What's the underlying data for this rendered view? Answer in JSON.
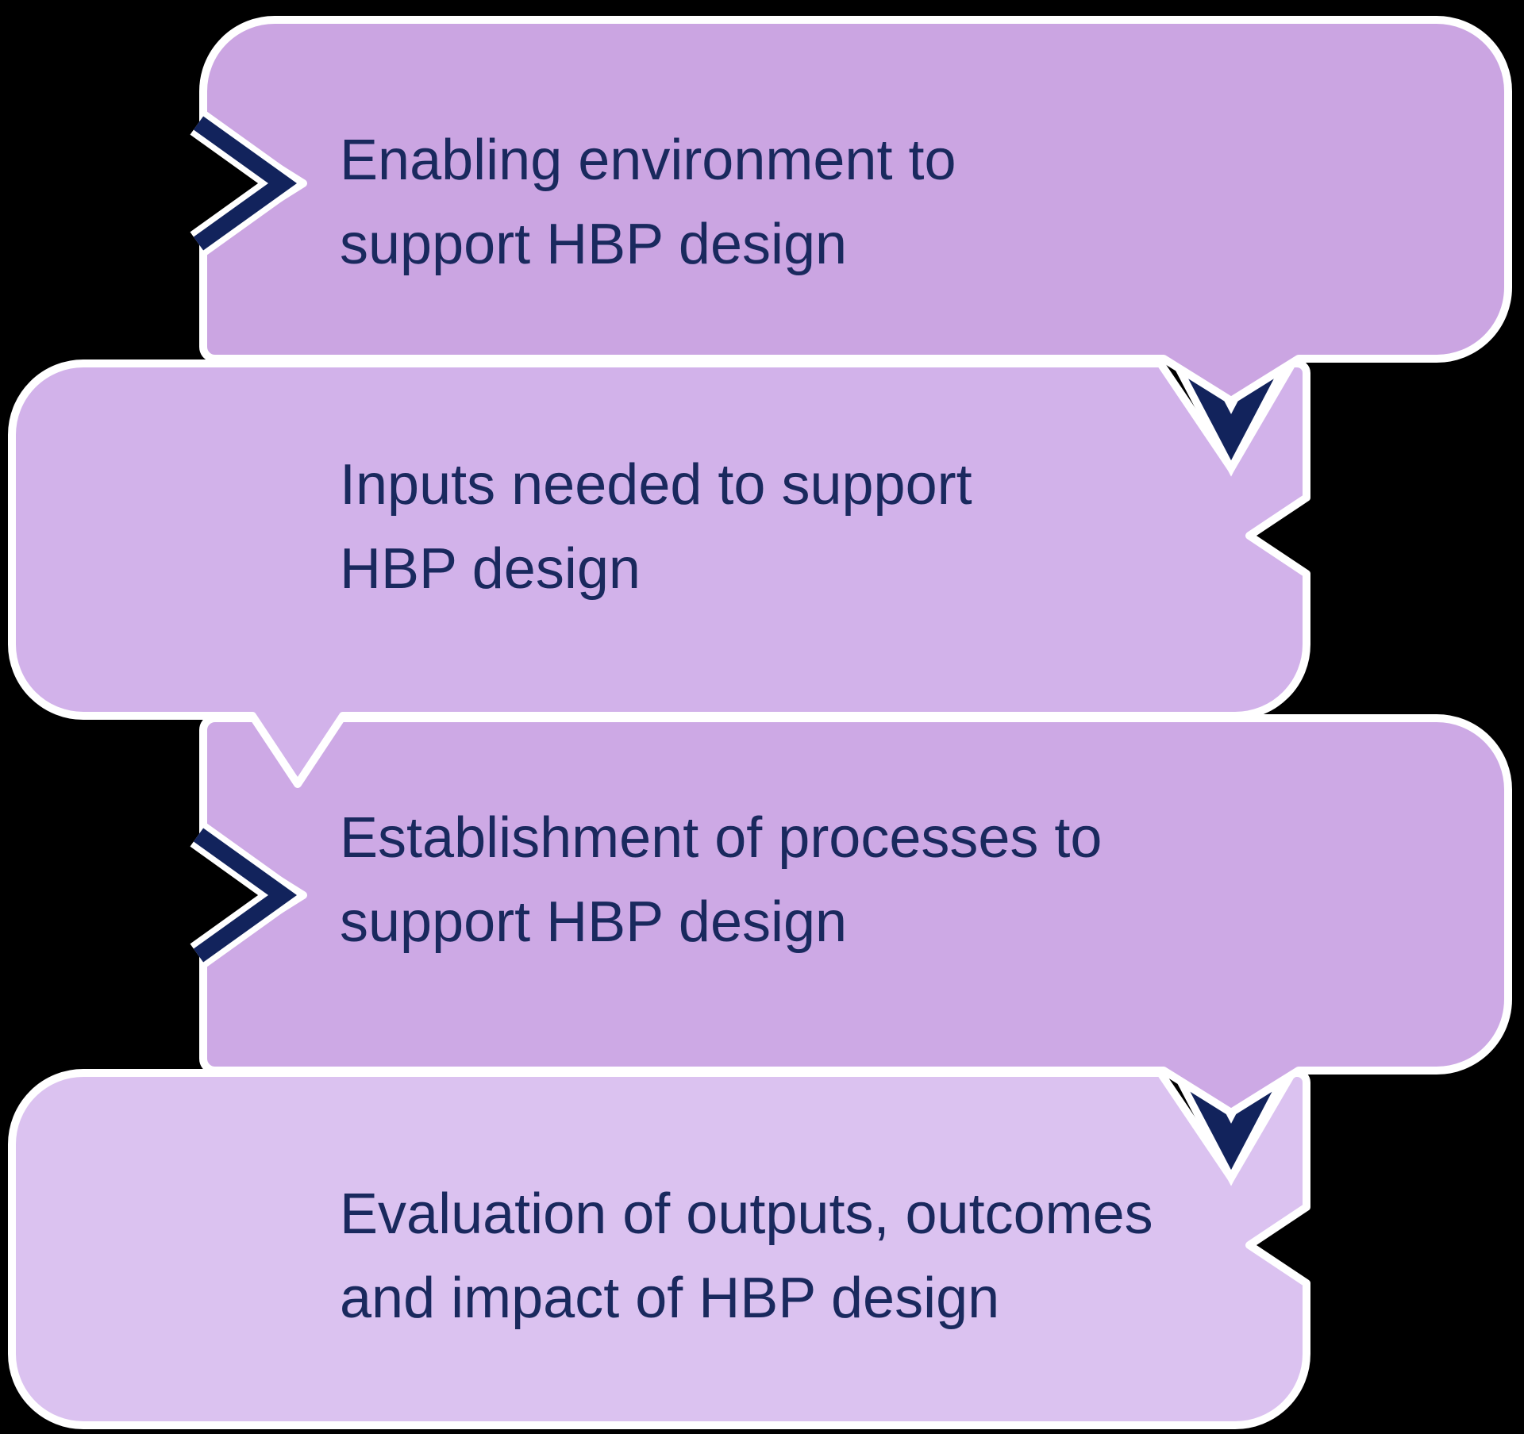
{
  "diagram": {
    "description": "Four-stage HBP design process flow",
    "colors": {
      "background": "#000000",
      "stage1_fill": "#cba5e2",
      "stage2_fill": "#d2b2ea",
      "stage3_fill": "#cda9e5",
      "stage4_fill": "#dbc2f0",
      "arrow": "#12235c",
      "outline": "#ffffff",
      "text": "#1a295e"
    },
    "stages": [
      {
        "label": "Enabling environment to\nsupport HBP design"
      },
      {
        "label": "Inputs needed to support\nHBP design"
      },
      {
        "label": "Establishment of processes to\nsupport HBP design"
      },
      {
        "label": "Evaluation of outputs, outcomes\nand impact of HBP design"
      }
    ]
  }
}
